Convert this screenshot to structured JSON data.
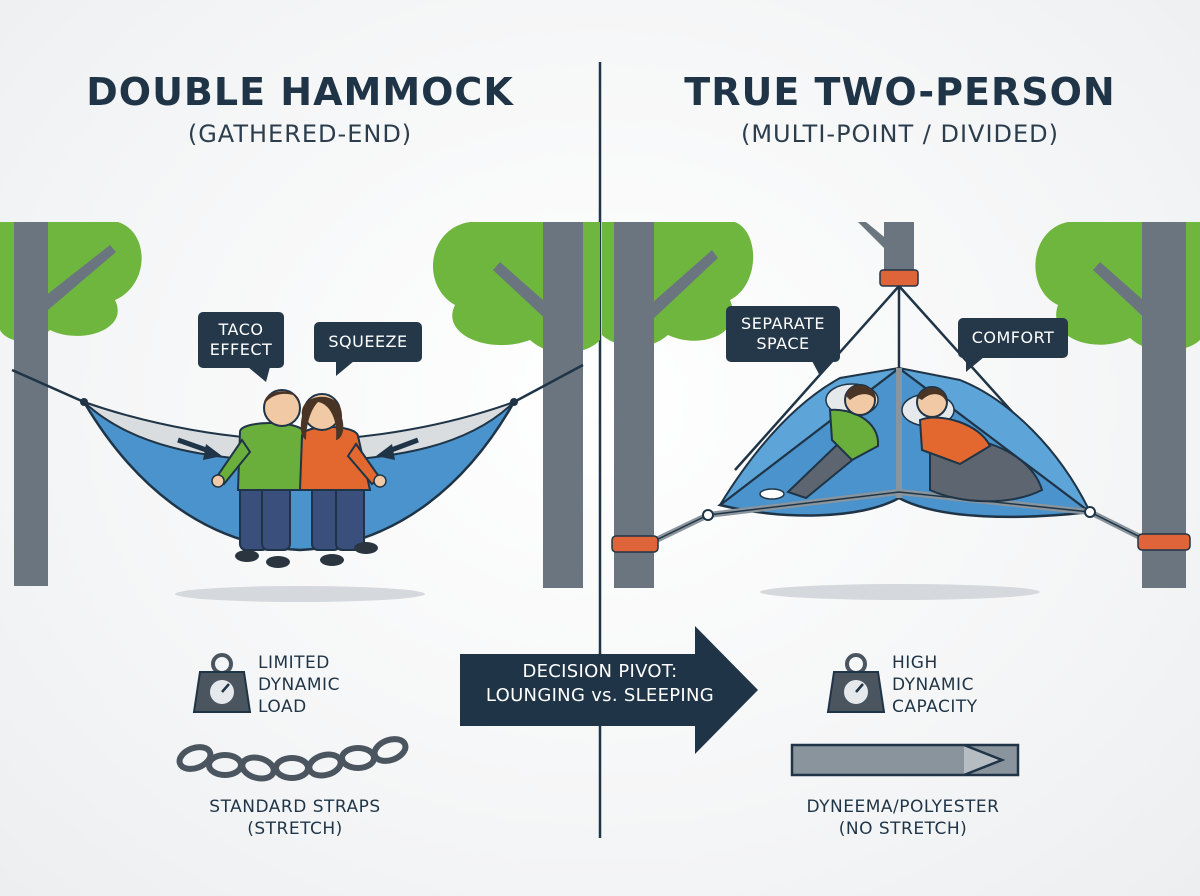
{
  "left": {
    "title": "DOUBLE HAMMOCK",
    "subtitle": "(GATHERED-END)",
    "bubble1": {
      "line1": "TACO",
      "line2": "EFFECT"
    },
    "bubble2": "SQUEEZE",
    "feature": {
      "line1": "LIMITED",
      "line2": "DYNAMIC",
      "line3": "LOAD"
    },
    "strap": {
      "line1": "STANDARD STRAPS",
      "line2": "(STRETCH)"
    }
  },
  "right": {
    "title": "TRUE TWO-PERSON",
    "subtitle": "(MULTI-POINT / DIVIDED)",
    "bubble1": {
      "line1": "SEPARATE",
      "line2": "SPACE"
    },
    "bubble2": "COMFORT",
    "feature": {
      "line1": "HIGH",
      "line2": "DYNAMIC",
      "line3": "CAPACITY"
    },
    "strap": {
      "line1": "DYNEEMA/POLYESTER",
      "line2": "(NO STRETCH)"
    }
  },
  "pivot": {
    "line1": "DECISION PIVOT:",
    "line2": "LOUNGING vs. SLEEPING"
  },
  "icons": [
    "weight-icon",
    "chain-icon",
    "strap-icon",
    "arrow-icon",
    "tree-icon",
    "hammock-icon"
  ],
  "colors": {
    "navy": "#1f3547",
    "tree_green": "#6fb63f",
    "trunk_gray": "#6b7580",
    "hammock_blue": "#4a93cc",
    "strap_orange": "#e0643a",
    "shirt_green": "#6aae3c",
    "shirt_orange": "#e2682f"
  }
}
